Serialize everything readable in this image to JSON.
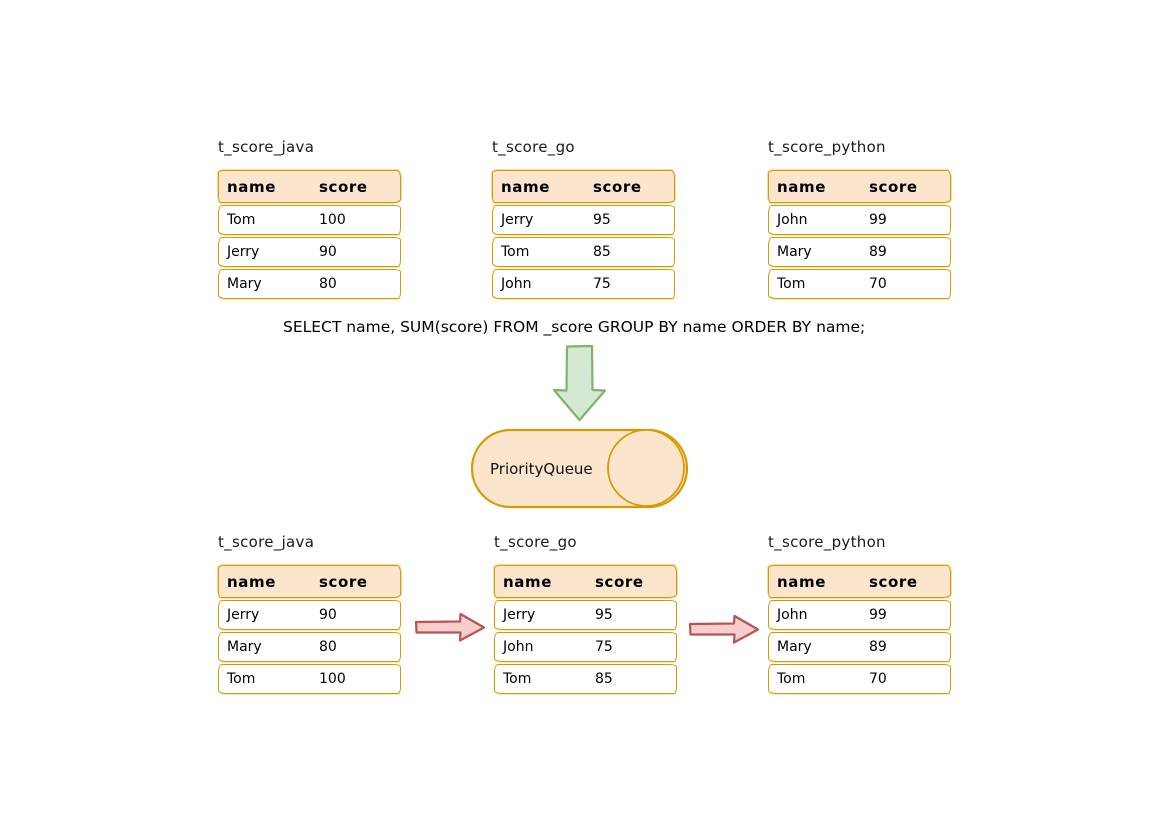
{
  "diagram": {
    "sql_caption": "SELECT name, SUM(score) FROM _score GROUP BY name ORDER BY name;",
    "queue": {
      "label": "PriorityQueue",
      "shape": "horizontal-cylinder"
    },
    "top_tables": [
      {
        "title": "t_score_java",
        "columns": [
          "name",
          "score"
        ],
        "rows": [
          [
            "Tom",
            "100"
          ],
          [
            "Jerry",
            "90"
          ],
          [
            "Mary",
            "80"
          ]
        ]
      },
      {
        "title": "t_score_go",
        "columns": [
          "name",
          "score"
        ],
        "rows": [
          [
            "Jerry",
            "95"
          ],
          [
            "Tom",
            "85"
          ],
          [
            "John",
            "75"
          ]
        ]
      },
      {
        "title": "t_score_python",
        "columns": [
          "name",
          "score"
        ],
        "rows": [
          [
            "John",
            "99"
          ],
          [
            "Mary",
            "89"
          ],
          [
            "Tom",
            "70"
          ]
        ]
      }
    ],
    "bottom_tables": [
      {
        "title": "t_score_java",
        "columns": [
          "name",
          "score"
        ],
        "rows": [
          [
            "Jerry",
            "90"
          ],
          [
            "Mary",
            "80"
          ],
          [
            "Tom",
            "100"
          ]
        ]
      },
      {
        "title": "t_score_go",
        "columns": [
          "name",
          "score"
        ],
        "rows": [
          [
            "Jerry",
            "95"
          ],
          [
            "John",
            "75"
          ],
          [
            "Tom",
            "85"
          ]
        ]
      },
      {
        "title": "t_score_python",
        "columns": [
          "name",
          "score"
        ],
        "rows": [
          [
            "John",
            "99"
          ],
          [
            "Mary",
            "89"
          ],
          [
            "Tom",
            "70"
          ]
        ]
      }
    ],
    "icons": {
      "down_arrow": "flow-down-arrow",
      "merge_arrow_left": "merge-right-arrow",
      "merge_arrow_right": "merge-right-arrow"
    },
    "colors": {
      "table_header_fill": "#fce5cd",
      "table_border": "#d79b00",
      "row_fill": "#ffffff",
      "queue_fill": "#fce5cd",
      "queue_border": "#d79b00",
      "down_arrow_fill": "#d5e8d4",
      "down_arrow_border": "#82b366",
      "merge_arrow_fill": "#f8cecc",
      "merge_arrow_border": "#b85450",
      "text": "#000000"
    }
  }
}
